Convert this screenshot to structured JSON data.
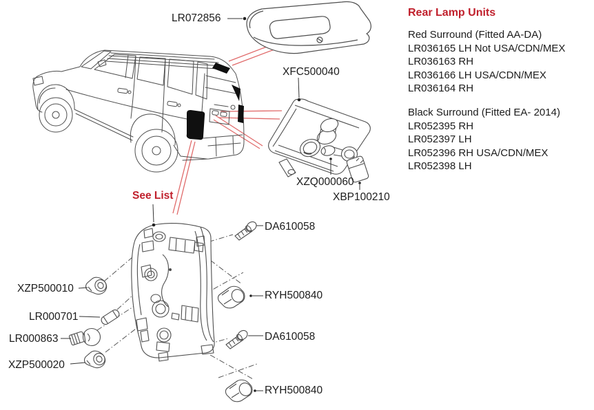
{
  "colors": {
    "accent_red_text": "#c0202c",
    "red_reference_line": "#e06a6a",
    "line_art": "#4d4d4d"
  },
  "callouts": {
    "spoiler": "LR072856",
    "lamp_unit": "XFC500040",
    "bulb": "XZQ000060",
    "bulb_holder": "XBP100210",
    "see_list": "See List",
    "screw_upper": "DA610058",
    "grommet_upper": "RYH500840",
    "screw_lower": "DA610058",
    "grommet_lower": "RYH500840",
    "socket_upper": "XZP500010",
    "festoon_bulb": "LR000701",
    "stop_bulb": "LR000863",
    "socket_lower": "XZP500020"
  },
  "panel": {
    "title": "Rear Lamp Units",
    "sections": [
      {
        "heading": "Red Surround (Fitted AA-DA)",
        "lines": [
          "LR036165 LH Not USA/CDN/MEX",
          "LR036163 RH",
          "LR036166 LH USA/CDN/MEX",
          "LR036164 RH"
        ]
      },
      {
        "heading": "Black Surround (Fitted EA- 2014)",
        "lines": [
          "LR052395 RH",
          "LR052397 LH",
          "LR052396 RH USA/CDN/MEX",
          "LR052398 LH"
        ]
      }
    ]
  }
}
